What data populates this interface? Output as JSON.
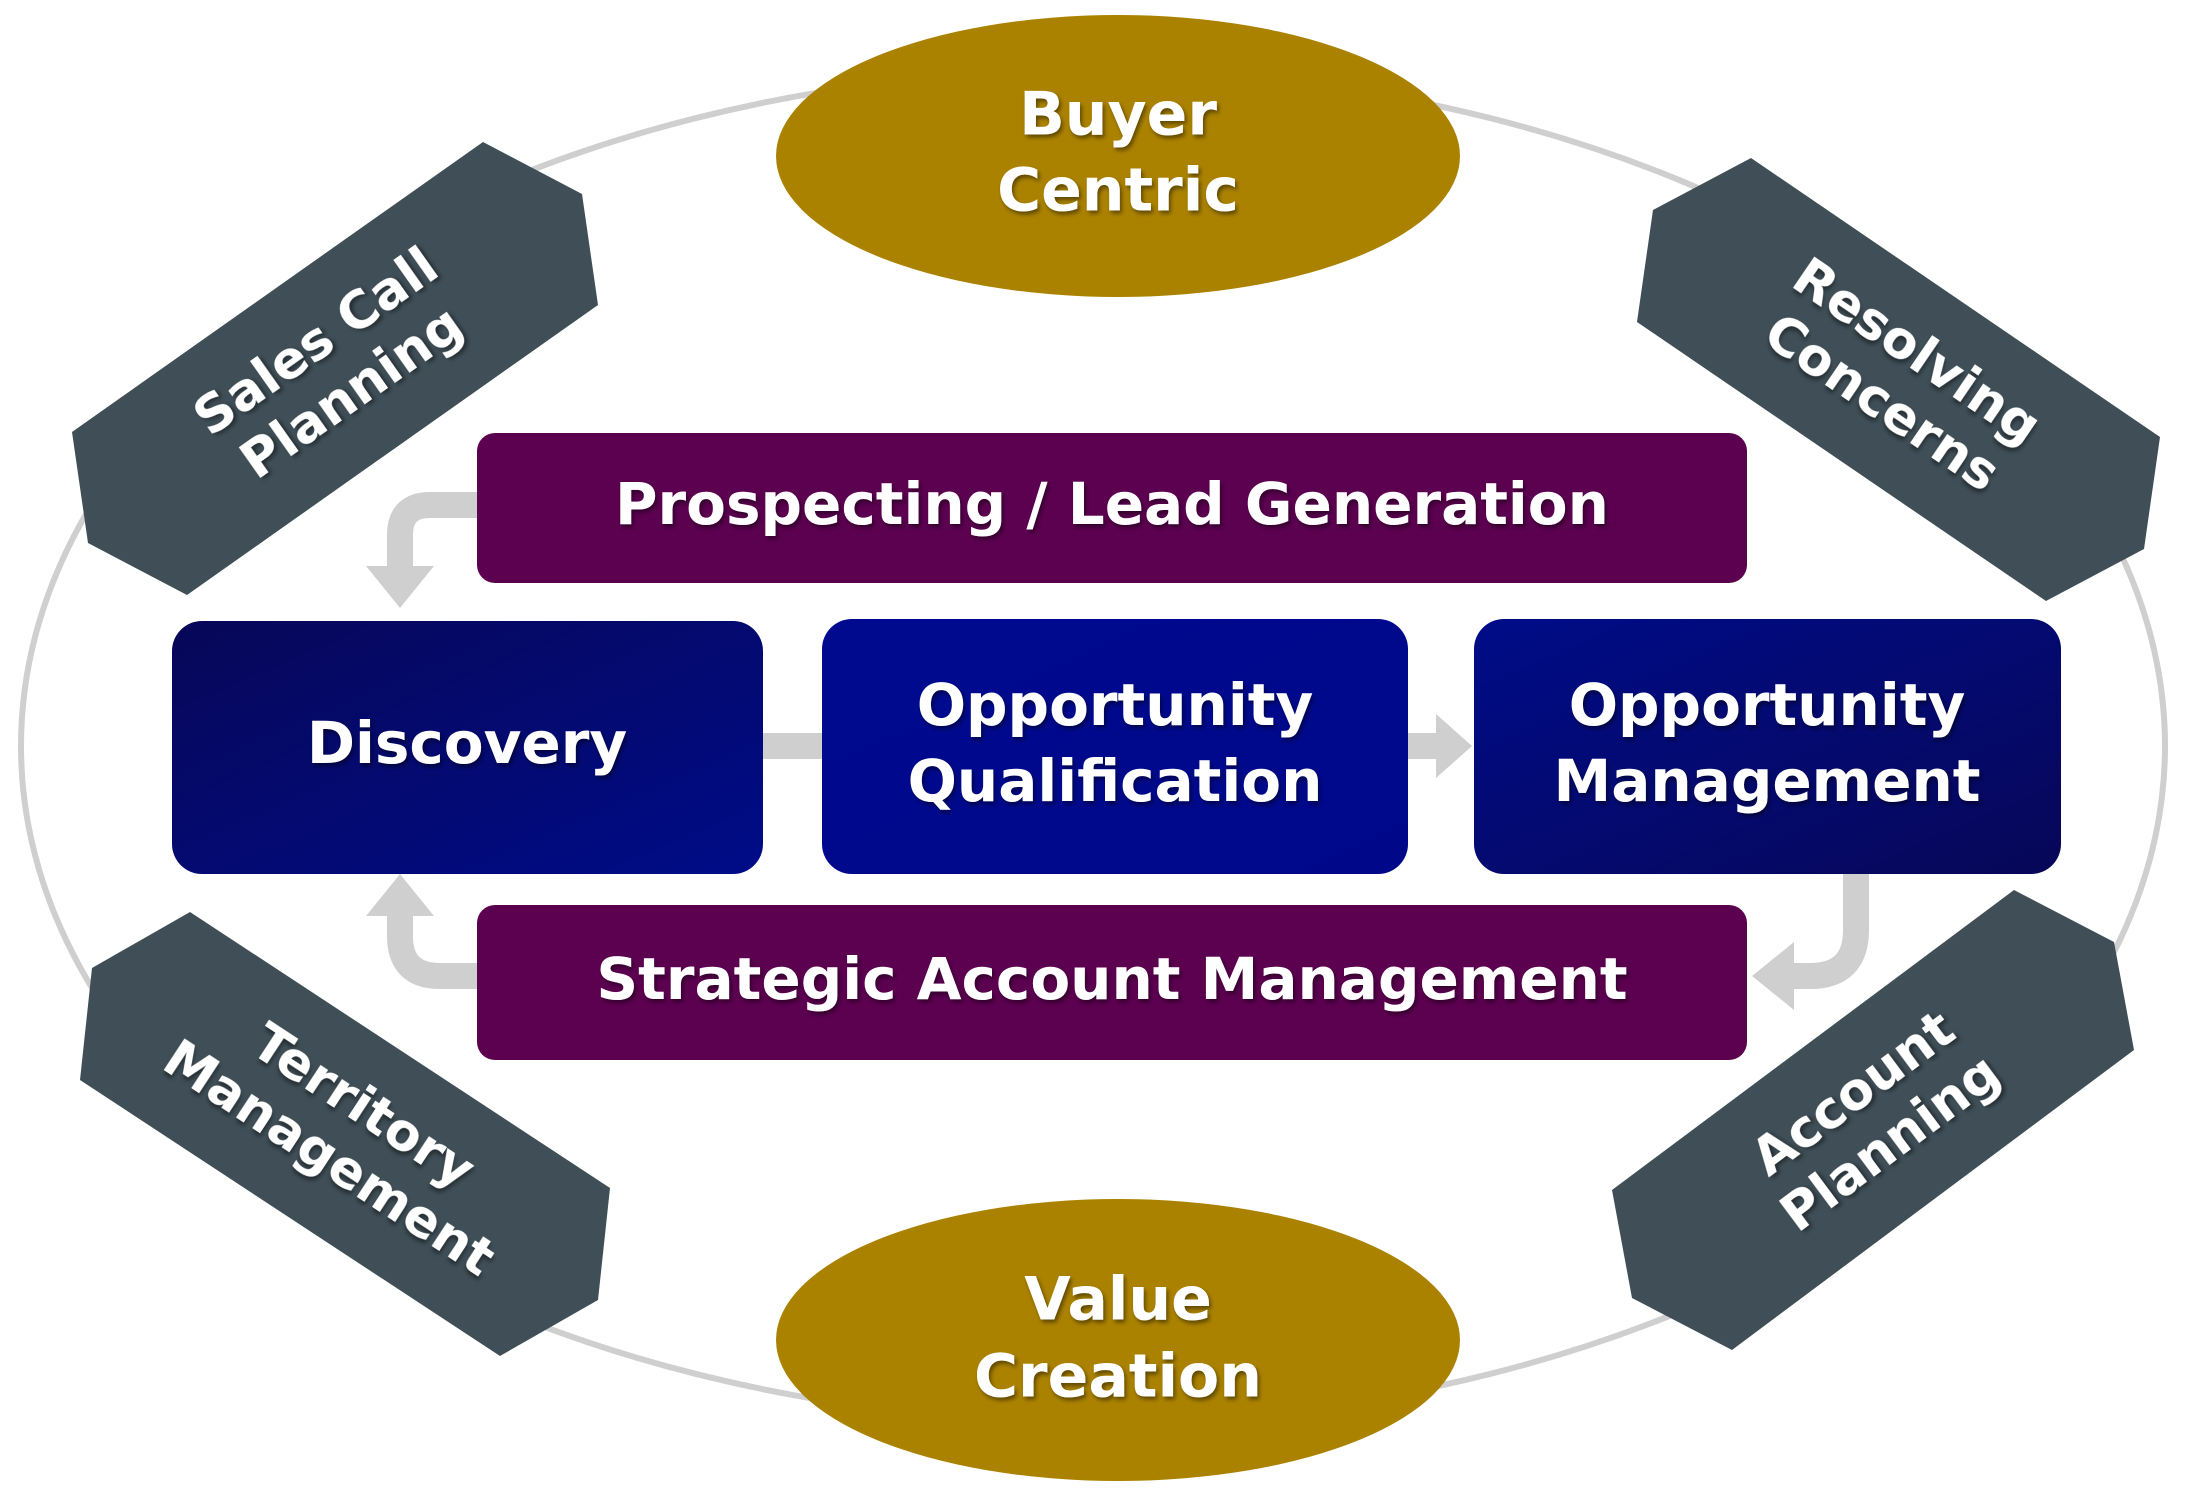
{
  "ovals": {
    "top": {
      "line1": "Buyer",
      "line2": "Centric"
    },
    "bottom": {
      "line1": "Value",
      "line2": "Creation"
    }
  },
  "hexagons": {
    "top_left": {
      "line1": "Sales Call",
      "line2": "Planning"
    },
    "top_right": {
      "line1": "Resolving",
      "line2": "Concerns"
    },
    "bottom_left": {
      "line1": "Territory",
      "line2": "Management"
    },
    "bottom_right": {
      "line1": "Account",
      "line2": "Planning"
    }
  },
  "bands": {
    "top": "Prospecting / Lead Generation",
    "bottom": "Strategic Account Management"
  },
  "stages": [
    {
      "line1": "Discovery",
      "line2": ""
    },
    {
      "line1": "Opportunity",
      "line2": "Qualification"
    },
    {
      "line1": "Opportunity",
      "line2": "Management"
    }
  ],
  "colors": {
    "oval": "#ab8200",
    "hexagon": "#3f4e57",
    "band": "#5c0050",
    "stage_dark": "#07075e",
    "stage_mid": "#000b8a",
    "ring": "#cfcfcf",
    "arrow": "#cfcfcf"
  }
}
